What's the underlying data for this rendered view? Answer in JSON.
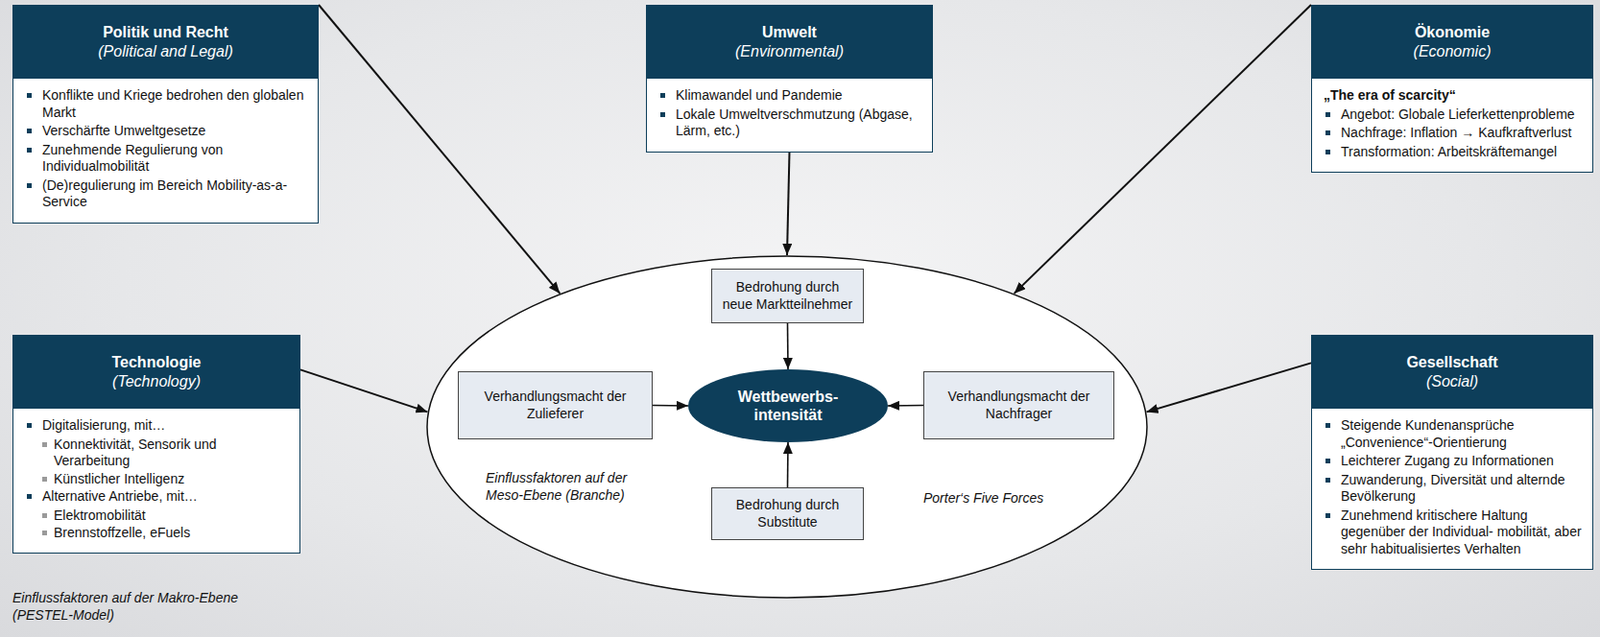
{
  "diagram": {
    "nodes": [
      {
        "text": [
          "Politik und Recht",
          "(Political and Legal)",
          "Konflikte und Kriege bedrohen den globalen Markt",
          "Verschärfte Umweltgesetze",
          "Zunehmende Regulierung von Individualmobilität",
          "(De)regulierung im Bereich Mobility-as-a-Service"
        ]
      },
      {
        "text": [
          "Umwelt",
          "(Environmental)",
          "Klimawandel und Pandemie",
          "Lokale Umweltverschmutzung (Abgase, Lärm, etc.)"
        ]
      },
      {
        "text": [
          "Ökonomie",
          "(Economic)",
          "„The era of scarcity“",
          "Angebot: Globale Lieferkettenprobleme",
          "Nachfrage: Inflation → Kaufkraftverlust",
          "Transformation: Arbeitskräftemangel"
        ]
      },
      {
        "text": [
          "Technologie",
          "(Technology)",
          "Digitalisierung, mit…",
          "Konnektivität, Sensorik und Verarbeitung",
          "Künstlicher Intelligenz",
          "Alternative Antriebe, mit…",
          "Elektromobilität",
          "Brennstoffzelle, eFuels"
        ]
      },
      {
        "text": [
          "Einflussfaktoren auf der Meso-Ebene (Branche)",
          "Porter‘s Five Forces"
        ]
      },
      {
        "text": [
          "Bedrohung durch neue Marktteilnehmer"
        ],
        "in": 4
      },
      {
        "text": [
          "Verhandlungsmacht der Zulieferer"
        ],
        "in": 4
      },
      {
        "text": [
          "Wettbewerbs- intensität"
        ],
        "in": 4
      },
      {
        "text": [
          "Verhandlungsmacht der Nachfrager"
        ],
        "in": 4
      },
      {
        "text": [
          "Bedrohung durch Substitute"
        ],
        "in": 4
      },
      {
        "text": [
          "Gesellschaft",
          "(Social)",
          "Steigende Kundenansprüche „Convenience“-Orientierung",
          "Leichterer Zugang zu Informationen",
          "Zuwanderung, Diversität und alternde Bevölkerung",
          "Zunehmend kritischere Haltung gegenüber der Individual- mobilität, aber sehr habitualisiertes Verhalten"
        ]
      }
    ],
    "edges": [
      {
        "from": 0,
        "to": 4,
        "arrow": "to"
      },
      {
        "from": 1,
        "to": 4,
        "arrow": "to"
      },
      {
        "from": 2,
        "to": 4,
        "arrow": "to"
      },
      {
        "from": 3,
        "to": 4,
        "arrow": "to"
      },
      {
        "from": 10,
        "to": 4,
        "arrow": "to"
      },
      {
        "from": 5,
        "to": 7,
        "arrow": "to"
      },
      {
        "from": 6,
        "to": 7,
        "arrow": "to"
      },
      {
        "from": 8,
        "to": 7,
        "arrow": "to"
      },
      {
        "from": 9,
        "to": 7,
        "arrow": "to"
      }
    ],
    "labels": [
      "Einflussfaktoren auf der Makro-Ebene (PESTEL-Model)"
    ]
  }
}
